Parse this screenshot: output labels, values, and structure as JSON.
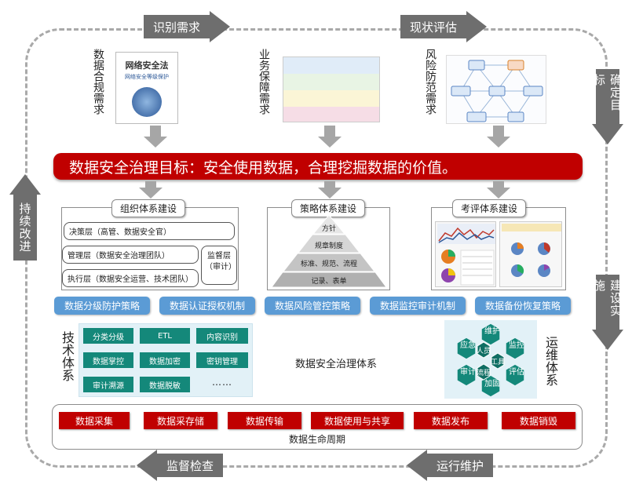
{
  "cycle": {
    "top_left": "识别需求",
    "top_right": "现状评估",
    "right_top": "确定目标",
    "right_bottom": "建设实施",
    "bottom_right": "运行维护",
    "bottom_left": "监督检查",
    "left": "持续改进"
  },
  "requirements": {
    "compliance": "数据合规需求",
    "business": "业务保障需求",
    "risk": "风险防范需求",
    "book_title": "网络安全法",
    "book_subtitle": "网络安全等级保护"
  },
  "goal": "数据安全治理目标：安全使用数据，合理挖掘数据的价值。",
  "org": {
    "title": "组织体系建设",
    "rows": [
      "决策层（高管、数据安全官）",
      "管理层（数据安全治理团队）",
      "执行层（数据安全运营、技术团队）"
    ],
    "supervisor": "监督层（审计）"
  },
  "strategy": {
    "title": "策略体系建设",
    "levels": [
      "方针",
      "规章制度",
      "标准、规范、流程",
      "记录、表单"
    ]
  },
  "evaluation": {
    "title": "考评体系建设"
  },
  "mechanisms": [
    "数据分级防护策略",
    "数据认证授权机制",
    "数据风险管控策略",
    "数据监控审计机制",
    "数据备份恢复策略"
  ],
  "tech": {
    "label": "技术体系",
    "items": [
      "分类分级",
      "ETL",
      "内容识别",
      "数据掌控",
      "数据加密",
      "密钥管理",
      "审计溯源",
      "数据脱敏",
      "……"
    ]
  },
  "center_label": "数据安全治理体系",
  "ops": {
    "label": "运维体系",
    "center": [
      "人员",
      "工具",
      "流程"
    ],
    "ring": [
      "维护",
      "监控",
      "评估",
      "加固",
      "审计",
      "应急"
    ]
  },
  "lifecycle": {
    "label": "数据生命周期",
    "stages": [
      "数据采集",
      "数据采存储",
      "数据传输",
      "数据使用与共享",
      "数据发布",
      "数据销毁"
    ]
  },
  "colors": {
    "red": "#c00000",
    "gray_arrow": "#6e6e6e",
    "blue": "#5b9bd5",
    "teal": "#14887a"
  }
}
